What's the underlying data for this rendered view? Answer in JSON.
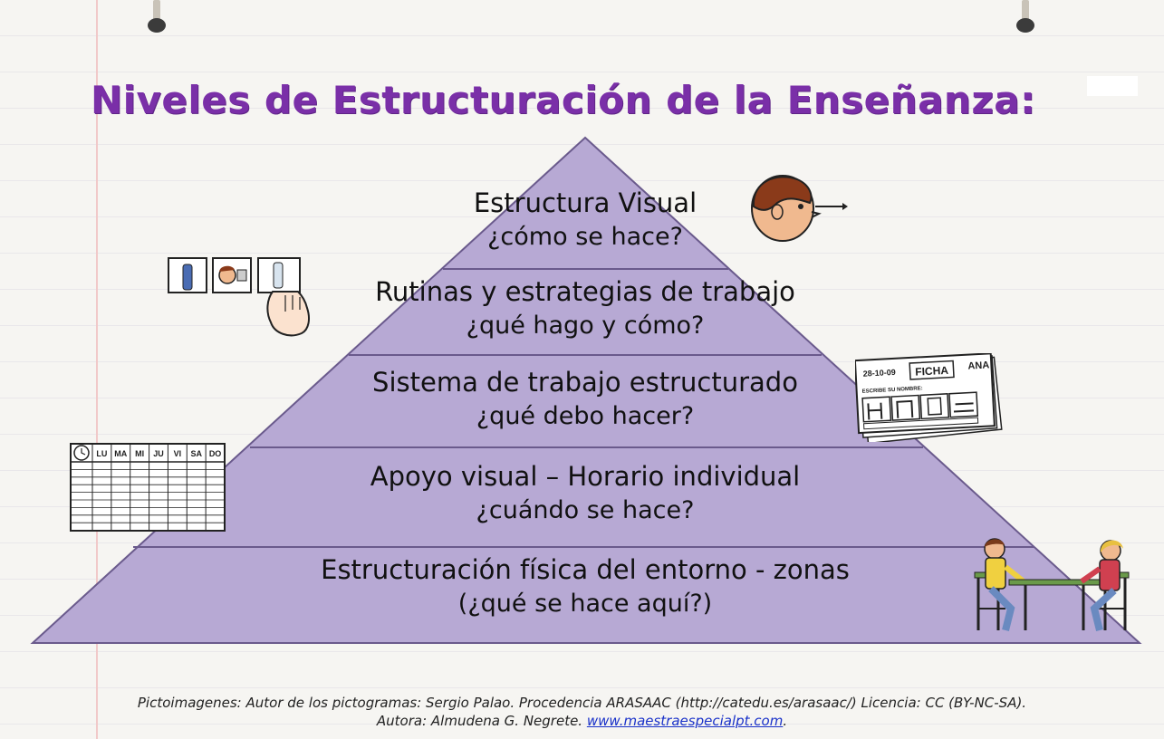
{
  "title": "Niveles de Estructuración de la Enseñanza:",
  "levels": [
    {
      "line1": "Estructura Visual",
      "line2": "¿cómo se hace?"
    },
    {
      "line1": "Rutinas y estrategias de trabajo",
      "line2": "¿qué hago y cómo?"
    },
    {
      "line1": "Sistema de trabajo estructurado",
      "line2": "¿qué debo hacer?"
    },
    {
      "line1": "Apoyo visual – Horario individual",
      "line2": "¿cuándo se hace?"
    },
    {
      "line1": "Estructuración física del entorno - zonas",
      "line2": "(¿qué se hace aquí?)"
    }
  ],
  "schedule": {
    "days": [
      "LU",
      "MA",
      "MI",
      "JU",
      "VI",
      "SA",
      "DO"
    ]
  },
  "worksheet": {
    "date": "28-10-09",
    "label": "FICHA",
    "name": "ANA",
    "instruction": "ESCRIBE SU NOMBRE:"
  },
  "footer": {
    "line1": "Pictoimagenes: Autor de los pictogramas: Sergio Palao. Procedencia ARASAAC (http://catedu.es/arasaac/) Licencia: CC (BY-NC-SA).",
    "line2_prefix": "Autora: Almudena G. Negrete. ",
    "link": "www.maestraespecialpt.com",
    "line2_suffix": "."
  },
  "colors": {
    "title": "#7a2fa8",
    "pyramid_fill": "#b7a9d4",
    "pyramid_stroke": "#6a5a8c"
  },
  "icons": [
    "head-profile-icon",
    "hand-cards-icon",
    "worksheet-icon",
    "schedule-grid-icon",
    "students-at-table-icon",
    "pushpin-icon"
  ]
}
